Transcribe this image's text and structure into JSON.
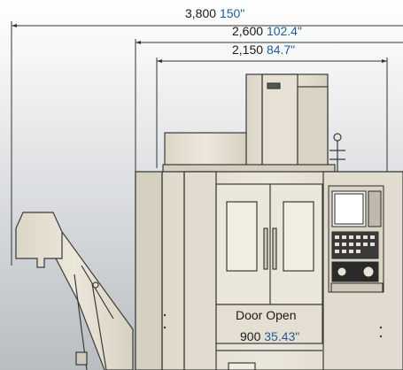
{
  "dimensions": {
    "overall_width": {
      "metric": "3,800",
      "imperial": "150\""
    },
    "machine_width": {
      "metric": "2,600",
      "imperial": "102.4\""
    },
    "body_width": {
      "metric": "2,150",
      "imperial": "84.7\""
    },
    "door_open": {
      "label": "Door Open",
      "metric": "900",
      "imperial": "35.43\""
    }
  },
  "colors": {
    "machine_body": "#e8e3d6",
    "machine_shadow": "#c9c3b3",
    "outline": "#3a3a3a",
    "imperial_text": "#1f5d99",
    "control_panel": "#2a2a2a"
  }
}
